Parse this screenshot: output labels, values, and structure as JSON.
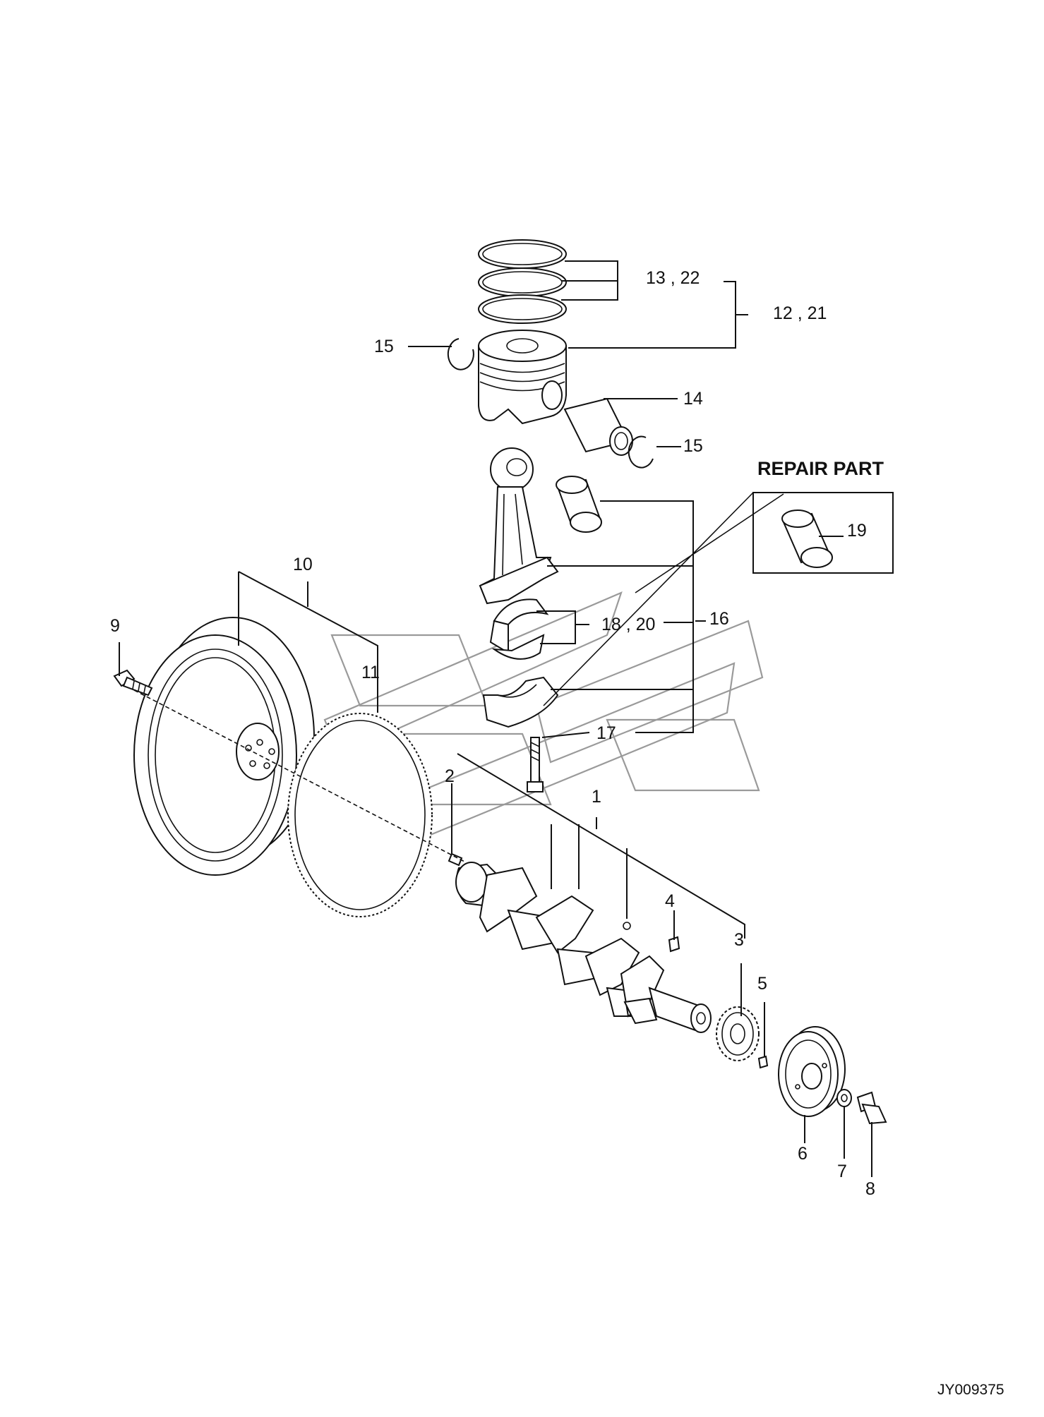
{
  "heading": "REPAIR PART",
  "doc_id": "JY009375",
  "callouts": {
    "c1": "1",
    "c2": "2",
    "c3": "3",
    "c4": "4",
    "c5": "5",
    "c6": "6",
    "c7": "7",
    "c8": "8",
    "c9": "9",
    "c10": "10",
    "c11": "11",
    "c12_21": "12 , 21",
    "c13_22": "13 , 22",
    "c14": "14",
    "c15_left": "15",
    "c15_right": "15",
    "c16": "16",
    "c17": "17",
    "c18_20": "18 , 20",
    "c19": "19"
  }
}
